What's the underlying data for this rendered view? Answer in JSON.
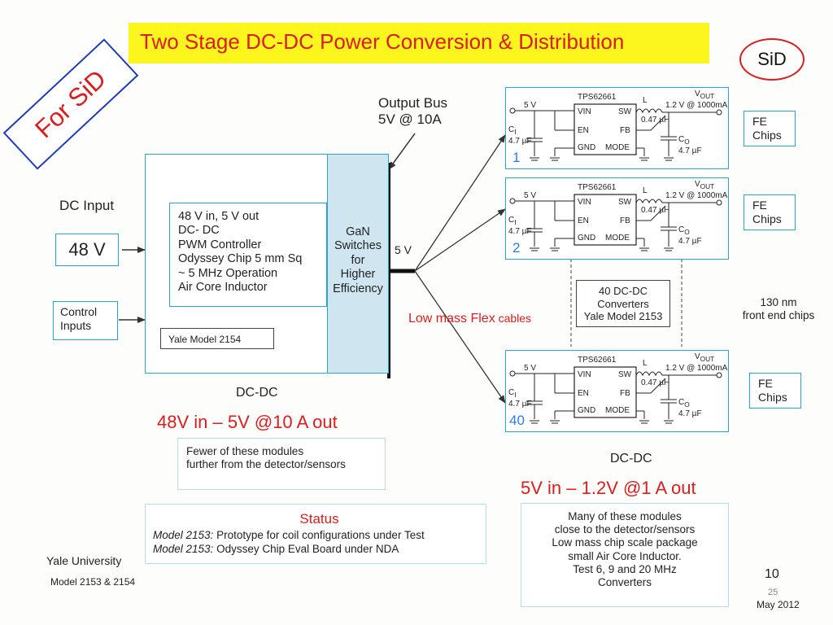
{
  "title": "Two Stage DC-DC Power Conversion & Distribution",
  "sid_logo": "SiD",
  "for_sid": "For SiD",
  "dc_input_label": "DC Input",
  "input_voltage": "48 V",
  "control_inputs": [
    "Control",
    "Inputs"
  ],
  "main_module": {
    "lines": [
      "48 V in,  5 V out",
      "DC- DC",
      "PWM Controller",
      "Odyssey Chip 5 mm Sq",
      "~ 5 MHz Operation",
      "Air Core Inductor"
    ],
    "model": "Yale Model 2154",
    "gan_lines": [
      "GaN",
      "Switches",
      "for",
      "Higher",
      "Efficiency"
    ],
    "out_label": "5 V"
  },
  "output_bus": [
    "Output Bus",
    "5V @ 10A"
  ],
  "flex_cables": [
    "Low mass Flex",
    " cables"
  ],
  "left_dcdc": {
    "label": "DC-DC",
    "spec": "48V in – 5V @10 A out",
    "note": [
      "Fewer of these modules",
      "further from the detector/sensors"
    ]
  },
  "converter_circuit": {
    "chip": "TPS62661",
    "vin_label": "5 V",
    "pins": [
      "VIN",
      "SW",
      "EN",
      "FB",
      "GND",
      "MODE"
    ],
    "ci": [
      "C",
      "I",
      "4.7 µF"
    ],
    "l": [
      "L",
      "0.47 µH"
    ],
    "co": [
      "C",
      "O",
      "4.7 µF"
    ],
    "vout": [
      "V",
      "OUT",
      "1.2 V @ 1000mA"
    ]
  },
  "converters": [
    {
      "num": "1"
    },
    {
      "num": "2"
    },
    {
      "num": "40"
    }
  ],
  "fe_chips": [
    "FE",
    "Chips"
  ],
  "converters_note": [
    "40 DC-DC",
    "Converters",
    "Yale Model 2153"
  ],
  "nm_note": [
    "130 nm",
    "front end chips"
  ],
  "right_dcdc": {
    "label": "DC-DC",
    "spec": "5V in – 1.2V @1 A out",
    "note": [
      "Many of these modules",
      "close to the detector/sensors",
      "Low mass chip scale package",
      "small Air Core Inductor.",
      "Test  6, 9 and 20 MHz",
      "Converters"
    ]
  },
  "status": {
    "title": "Status",
    "rows": [
      {
        "model": "Model 2153:",
        "text": " Prototype for coil configurations under Test"
      },
      {
        "model": "Model 2153:",
        "text": " Odyssey Chip Eval Board under NDA"
      }
    ]
  },
  "footer": {
    "university": "Yale University",
    "models": "Model 2153 & 2154",
    "slide_num": "10",
    "page": "25",
    "date": "May 2012"
  },
  "colors": {
    "accent_red": "#d81e1e",
    "box_blue": "#2aa7c4",
    "gan_fill": "#cfe6f1",
    "title_yellow": "#fcf51e"
  }
}
